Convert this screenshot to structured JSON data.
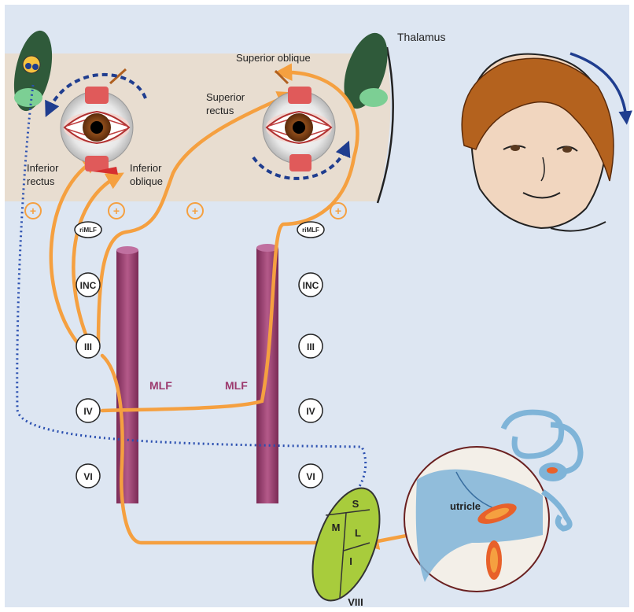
{
  "labels": {
    "thalamus": "Thalamus",
    "superior_oblique": "Superior oblique",
    "superior_rectus": "Superior\nrectus",
    "inferior_rectus": "Inferior\nrectus",
    "inferior_oblique": "Inferior\noblique",
    "mlf_left": "MLF",
    "mlf_right": "MLF",
    "utricle": "utricle",
    "viii": "VIII"
  },
  "nuclei": {
    "left": [
      "riMLF",
      "INC",
      "III",
      "IV",
      "VI"
    ],
    "right": [
      "riMLF",
      "INC",
      "III",
      "IV",
      "VI"
    ]
  },
  "vestibular_subnuclei": [
    "S",
    "M",
    "L",
    "I"
  ],
  "excitatory_symbol": "+",
  "colors": {
    "background": "#dde6f2",
    "brainstem_band": "#e8ddd0",
    "pathway": "#f5a040",
    "mlf": "#9c3a6e",
    "vestibular_nucleus": "#a8cc3c",
    "blue_arrow": "#1f3d8f",
    "thalamus": "#2f5a3a"
  }
}
